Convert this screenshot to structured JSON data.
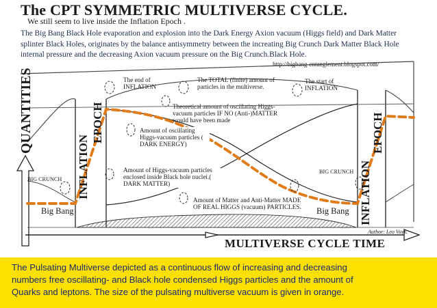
{
  "title": "The CPT  SYMMETRIC MULTIVERSE CYCLE.",
  "subtitle": "We still seem to live inside the Inflation Epoch .",
  "intro": "The Big Bang Black Hole evaporation and explosion into the Dark Energy Axion vacuum (Higgs field) and Dark Matter splinter Black Holes, originates by the balance antisymmetry between the increating Big Crunch Dark Matter Black Hole internal pressure and the decreasing Axion vacuum pressure on the Big Crunch.Black Hole.",
  "url": "http://bigbang-entanglement.blogspot.com/",
  "diagram": {
    "y_axis_label": "QUANTITIES",
    "x_axis_label": "MULTIVERSE CYCLE TIME",
    "inflation_word": "INFLATION",
    "epoch_word": "EPOCH",
    "big_crunch_left": "BIG CRUNCH",
    "big_crunch_right": "BIG CRUNCH",
    "big_bang_left": "Big Bang",
    "big_bang_right": "Big Bang",
    "end_of_inflation": "The end of INFLATION",
    "start_of_inflation": "The start of INFLATION",
    "total_particles": "The TOTAL (finite) amount of particles in the multiverse.",
    "theoretical_amount": "Theoretical amount of oscillating Higgs-vacuum particles IF NO (Anti-)MATTER would have been made",
    "dark_energy": "Amount of oscillating Higgs-vacuum particles ( DARK ENERGY)",
    "dark_matter": "Amount of Higgs-vacuum particles enclosed inside Black hole nuclei.( DARK MATTER)",
    "matter": "Amount of Matter and Anti-Matter MADE OF REAL HIGGS (vacuum) PARTICLES.",
    "author": "Author: Leo Vuyk.",
    "colors": {
      "orange_curve": "#e07b1a",
      "footer_bg": "#fbe000",
      "footer_text": "#1a2a6a"
    }
  },
  "footer": {
    "line1": "The Pulsating Multiverse depicted as a continuous flow of increasing and decreasing",
    "line2": "numbers free oscillating- and Black hole condensed Higgs particles and the amount of",
    "line3": "Quarks and leptons. The size of the pulsating multiverse vacuum is given in orange."
  }
}
